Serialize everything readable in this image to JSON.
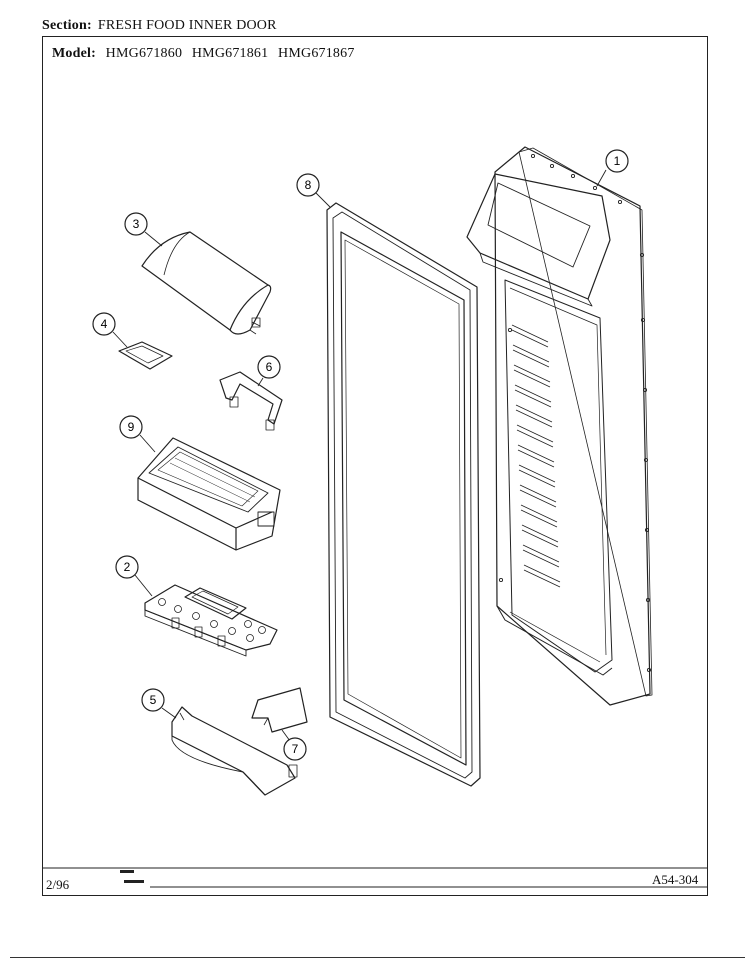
{
  "header": {
    "section_label": "Section:",
    "section_value": "FRESH FOOD INNER DOOR",
    "model_label": "Model:",
    "models": [
      "HMG671860",
      "HMG671861",
      "HMG671867"
    ]
  },
  "footer": {
    "date": "2/96",
    "code": "A54-304"
  },
  "callouts": [
    "1",
    "2",
    "3",
    "4",
    "5",
    "6",
    "7",
    "8",
    "9"
  ]
}
